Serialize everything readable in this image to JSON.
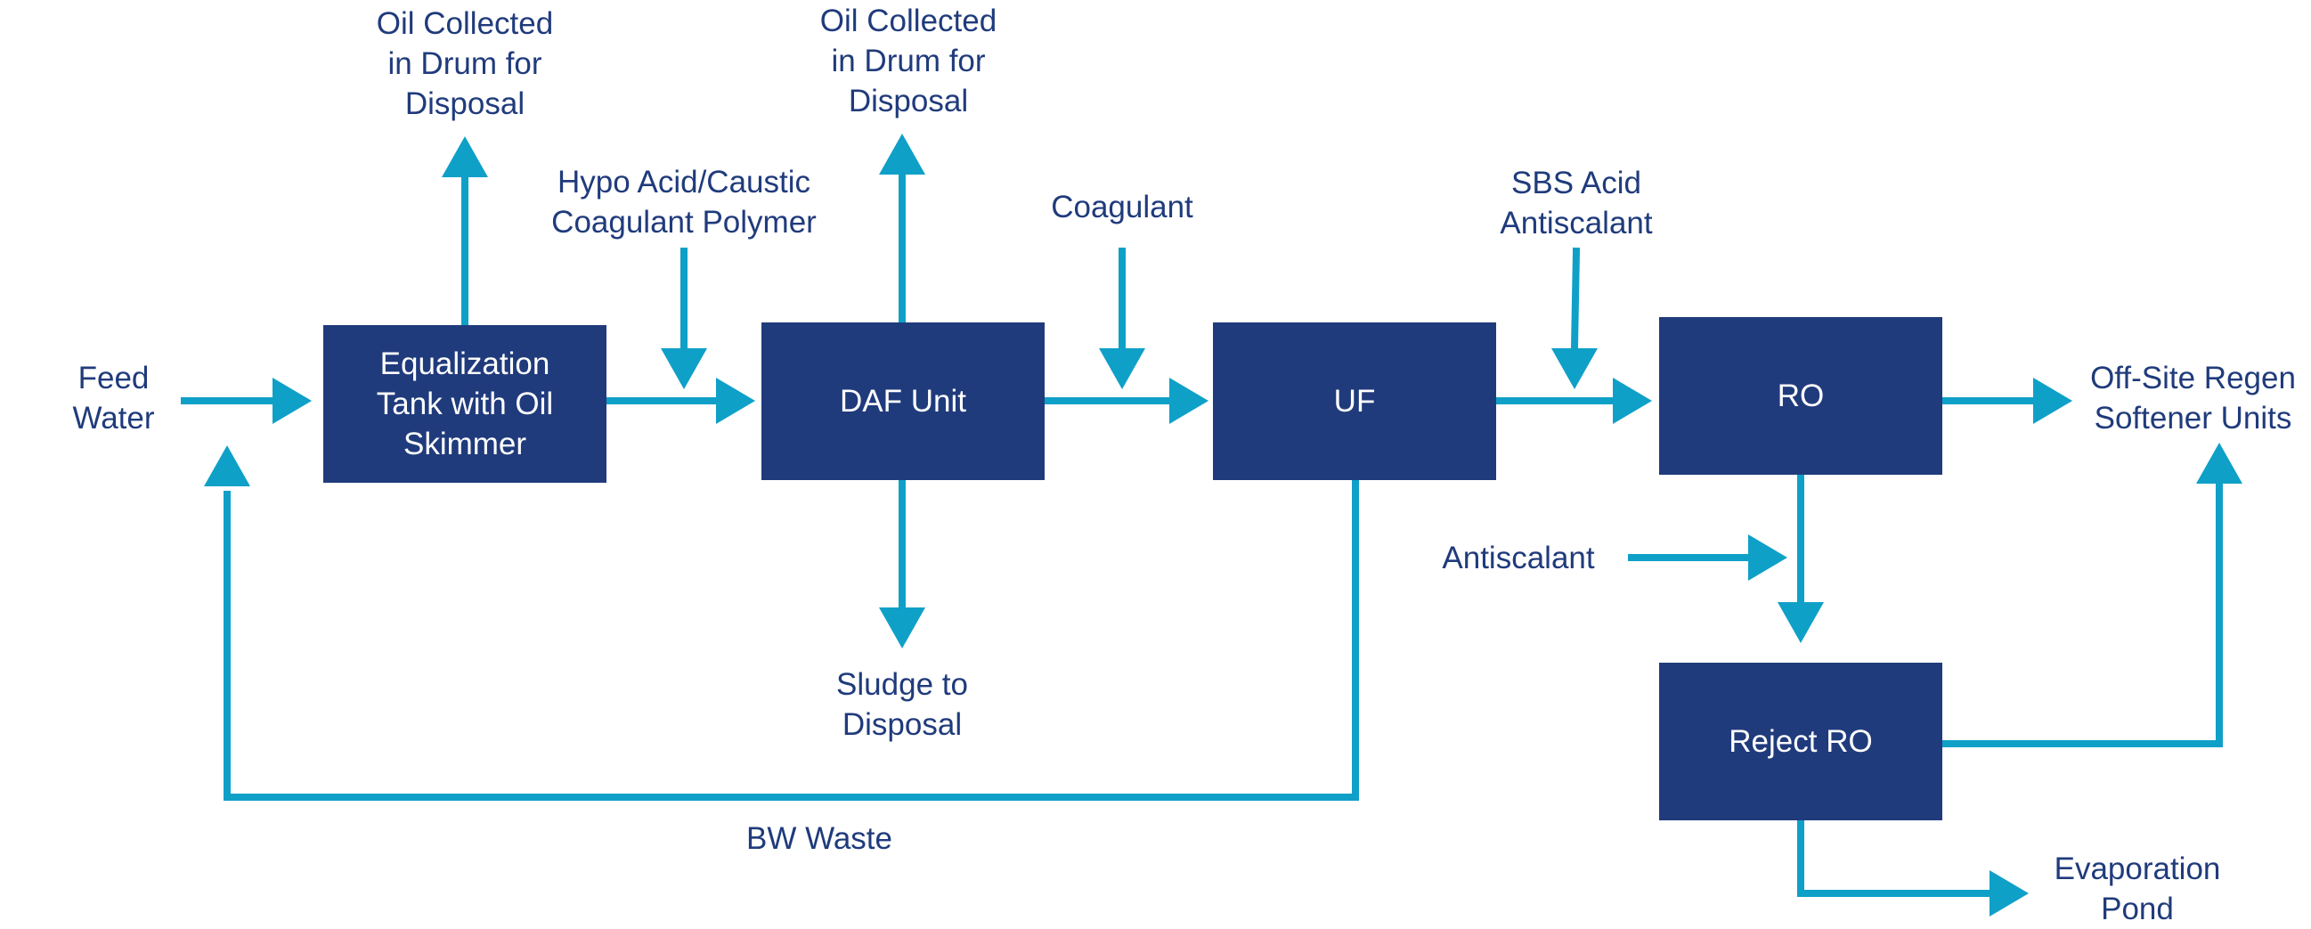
{
  "colors": {
    "box_fill": "#203b7c",
    "box_text": "#ffffff",
    "label_text": "#203b7c",
    "flow_line": "#0fa0c8"
  },
  "nodes": {
    "equalization": "Equalization\nTank with Oil\nSkimmer",
    "daf": "DAF Unit",
    "uf": "UF",
    "ro": "RO",
    "reject_ro": "Reject RO"
  },
  "labels": {
    "feed_water": "Feed\nWater",
    "oil_collected_1": "Oil Collected\nin Drum for\nDisposal",
    "oil_collected_2": "Oil Collected\nin Drum for\nDisposal",
    "hypo_acid": "Hypo Acid/Caustic\nCoagulant Polymer",
    "coagulant": "Coagulant",
    "sbs_acid": "SBS Acid\nAntiscalant",
    "antiscalant": "Antiscalant",
    "off_site": "Off-Site Regen\nSoftener Units",
    "sludge": "Sludge to\nDisposal",
    "bw_waste": "BW Waste",
    "evaporation": "Evaporation\nPond"
  }
}
